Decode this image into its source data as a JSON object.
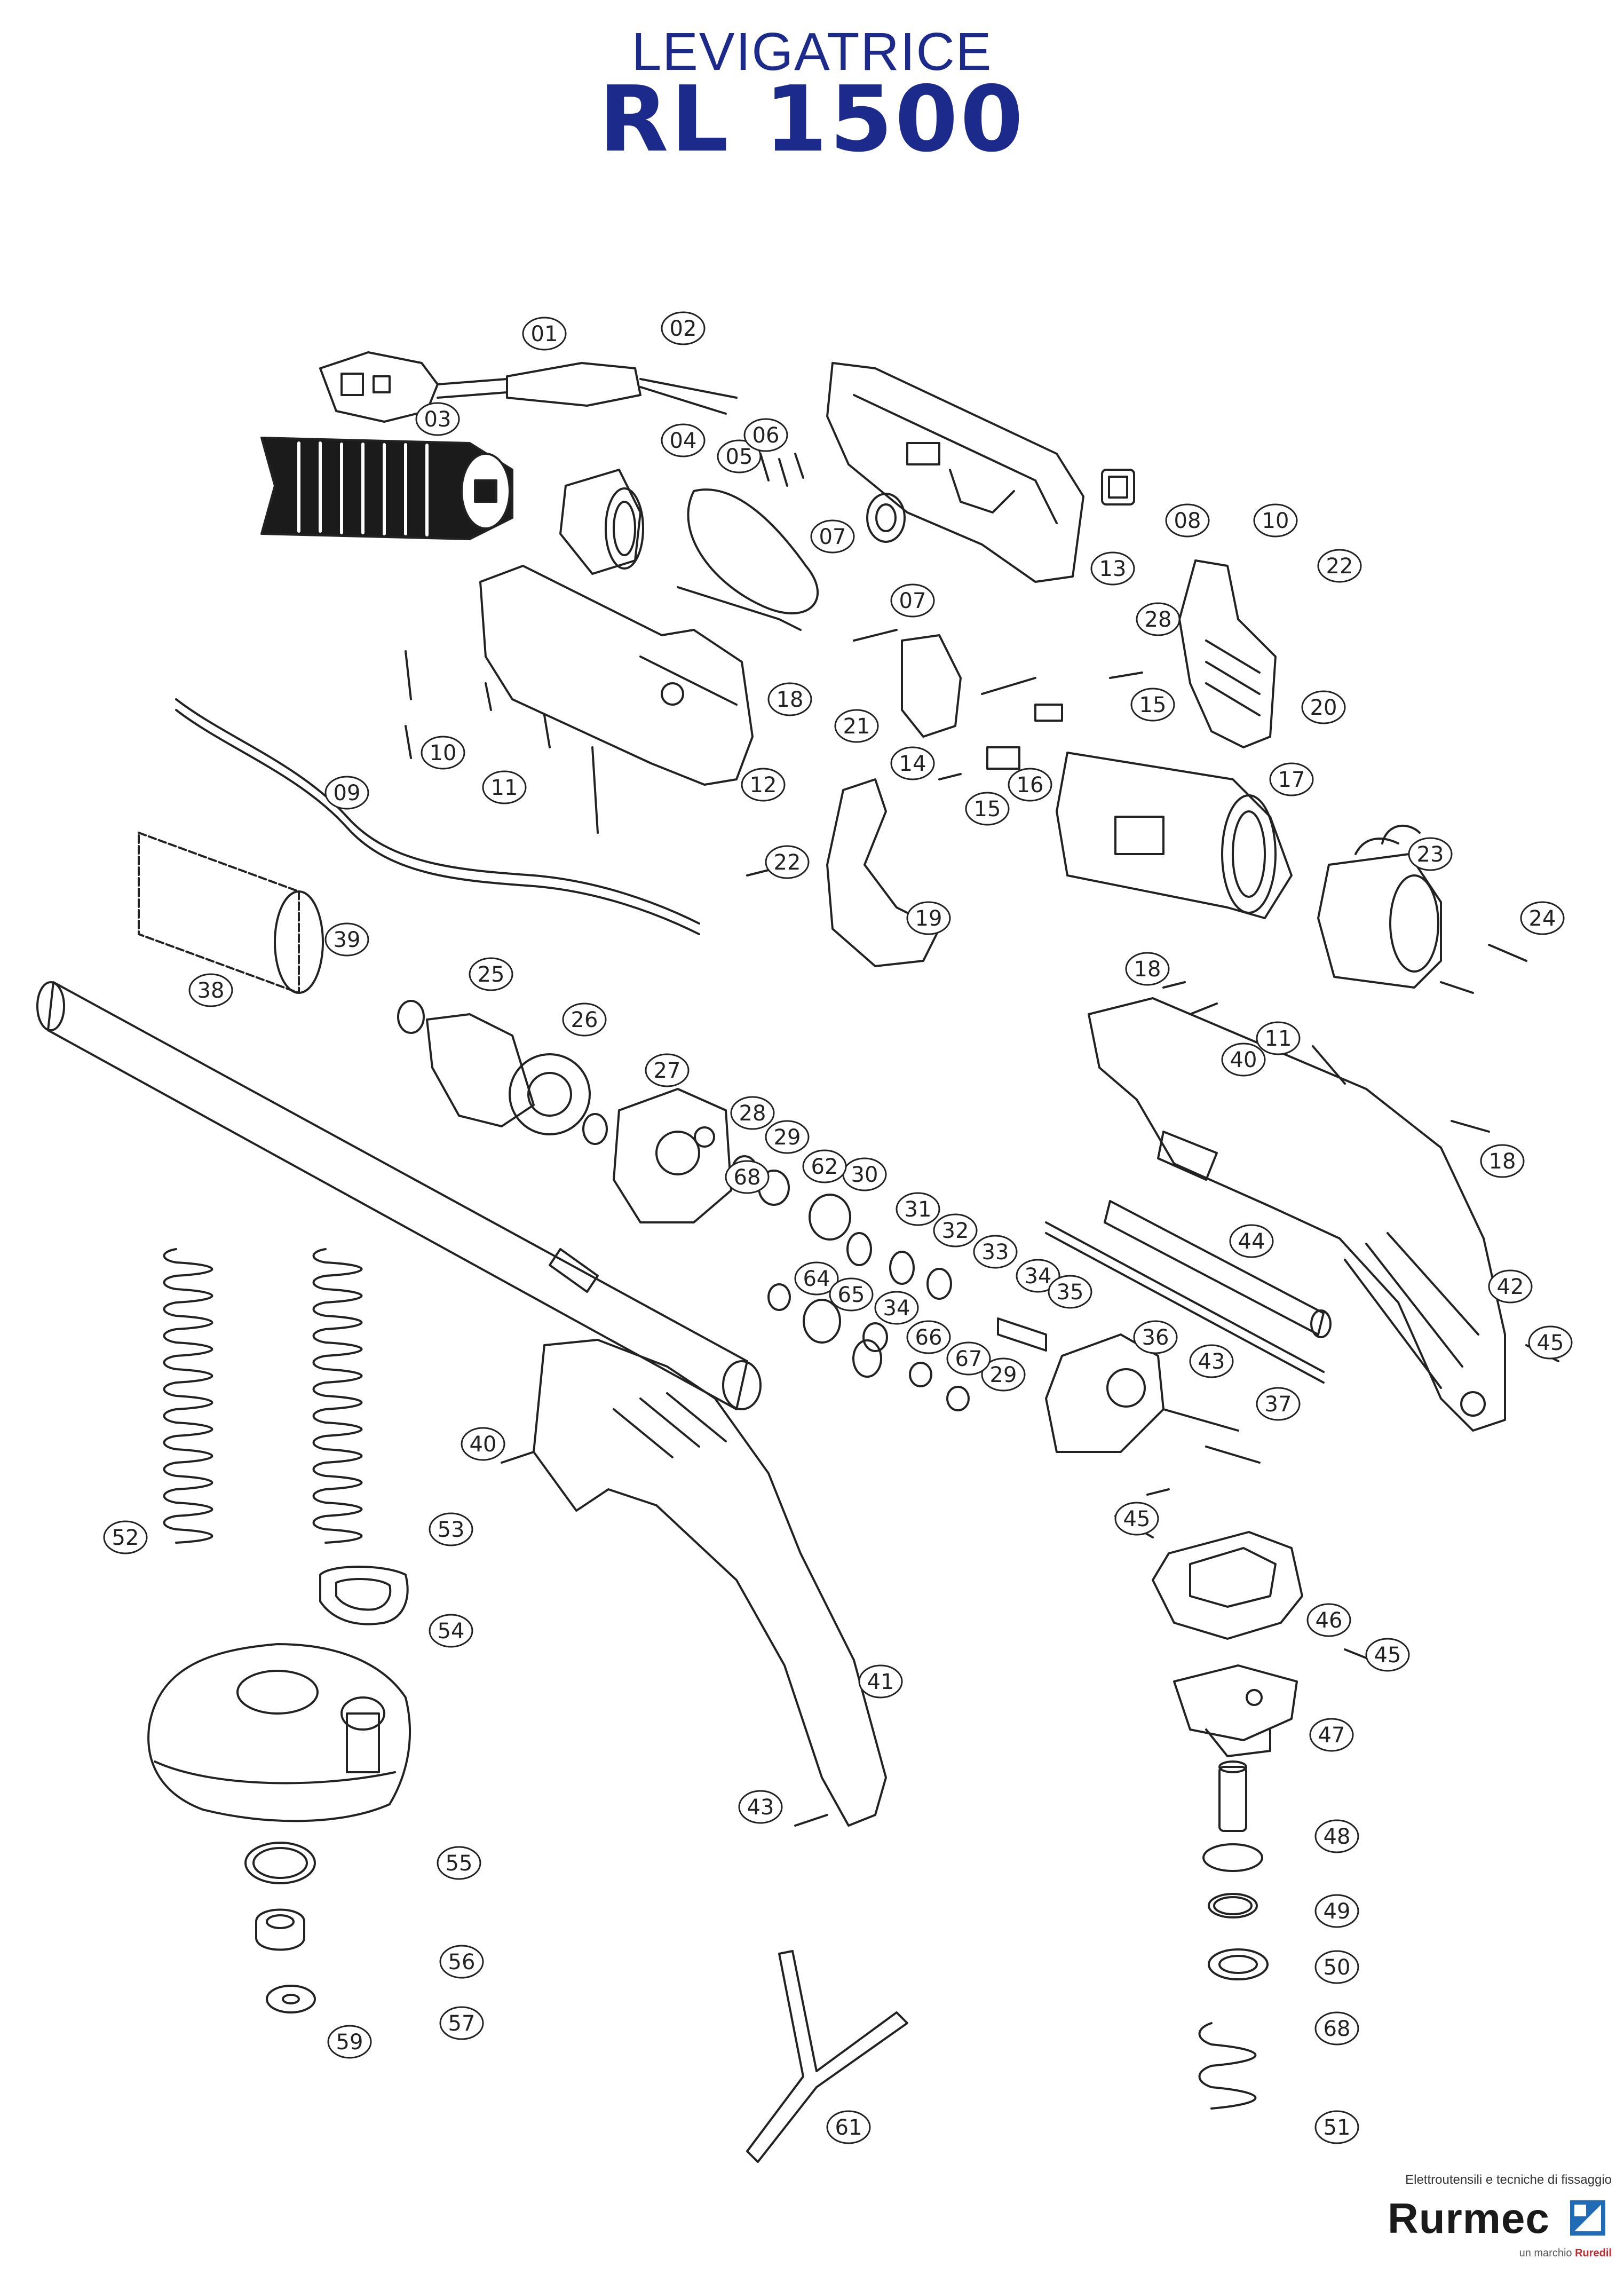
{
  "title": {
    "subtitle": "LEVIGATRICE",
    "model": "RL 1500"
  },
  "brand": {
    "tagline": "Elettroutensili e tecniche di fissaggio",
    "name": "Rurmec",
    "sub_prefix": "un marchio",
    "sub_brand": "Ruredil"
  },
  "colors": {
    "title": "#1c2a8c",
    "line": "#222222",
    "logo": "#1f6bb5"
  },
  "parts": [
    {
      "id": "p01",
      "label": "01"
    },
    {
      "id": "p02",
      "label": "02"
    },
    {
      "id": "p03",
      "label": "03"
    },
    {
      "id": "p04",
      "label": "04"
    },
    {
      "id": "p05",
      "label": "05"
    },
    {
      "id": "p06",
      "label": "06"
    },
    {
      "id": "p07a",
      "label": "07"
    },
    {
      "id": "p07b",
      "label": "07"
    },
    {
      "id": "p08",
      "label": "08"
    },
    {
      "id": "p09",
      "label": "09"
    },
    {
      "id": "p10a",
      "label": "10"
    },
    {
      "id": "p10b",
      "label": "10"
    },
    {
      "id": "p11a",
      "label": "11"
    },
    {
      "id": "p11b",
      "label": "11"
    },
    {
      "id": "p12",
      "label": "12"
    },
    {
      "id": "p13",
      "label": "13"
    },
    {
      "id": "p14",
      "label": "14"
    },
    {
      "id": "p15a",
      "label": "15"
    },
    {
      "id": "p15b",
      "label": "15"
    },
    {
      "id": "p16",
      "label": "16"
    },
    {
      "id": "p17",
      "label": "17"
    },
    {
      "id": "p18a",
      "label": "18"
    },
    {
      "id": "p18b",
      "label": "18"
    },
    {
      "id": "p18c",
      "label": "18"
    },
    {
      "id": "p19",
      "label": "19"
    },
    {
      "id": "p20",
      "label": "20"
    },
    {
      "id": "p21",
      "label": "21"
    },
    {
      "id": "p22a",
      "label": "22"
    },
    {
      "id": "p22b",
      "label": "22"
    },
    {
      "id": "p23",
      "label": "23"
    },
    {
      "id": "p24",
      "label": "24"
    },
    {
      "id": "p25",
      "label": "25"
    },
    {
      "id": "p26",
      "label": "26"
    },
    {
      "id": "p27",
      "label": "27"
    },
    {
      "id": "p28a",
      "label": "28"
    },
    {
      "id": "p28b",
      "label": "28"
    },
    {
      "id": "p29a",
      "label": "29"
    },
    {
      "id": "p29b",
      "label": "29"
    },
    {
      "id": "p30",
      "label": "30"
    },
    {
      "id": "p31",
      "label": "31"
    },
    {
      "id": "p32",
      "label": "32"
    },
    {
      "id": "p33",
      "label": "33"
    },
    {
      "id": "p34a",
      "label": "34"
    },
    {
      "id": "p34b",
      "label": "34"
    },
    {
      "id": "p35",
      "label": "35"
    },
    {
      "id": "p36",
      "label": "36"
    },
    {
      "id": "p37",
      "label": "37"
    },
    {
      "id": "p38",
      "label": "38"
    },
    {
      "id": "p39",
      "label": "39"
    },
    {
      "id": "p40a",
      "label": "40"
    },
    {
      "id": "p40b",
      "label": "40"
    },
    {
      "id": "p41",
      "label": "41"
    },
    {
      "id": "p42",
      "label": "42"
    },
    {
      "id": "p43a",
      "label": "43"
    },
    {
      "id": "p43b",
      "label": "43"
    },
    {
      "id": "p44",
      "label": "44"
    },
    {
      "id": "p45a",
      "label": "45"
    },
    {
      "id": "p45b",
      "label": "45"
    },
    {
      "id": "p45c",
      "label": "45"
    },
    {
      "id": "p46",
      "label": "46"
    },
    {
      "id": "p47",
      "label": "47"
    },
    {
      "id": "p48",
      "label": "48"
    },
    {
      "id": "p49",
      "label": "49"
    },
    {
      "id": "p50",
      "label": "50"
    },
    {
      "id": "p51",
      "label": "51"
    },
    {
      "id": "p52",
      "label": "52"
    },
    {
      "id": "p53",
      "label": "53"
    },
    {
      "id": "p54",
      "label": "54"
    },
    {
      "id": "p55",
      "label": "55"
    },
    {
      "id": "p56",
      "label": "56"
    },
    {
      "id": "p57",
      "label": "57"
    },
    {
      "id": "p59",
      "label": "59"
    },
    {
      "id": "p61",
      "label": "61"
    },
    {
      "id": "p62",
      "label": "62"
    },
    {
      "id": "p64",
      "label": "64"
    },
    {
      "id": "p65",
      "label": "65"
    },
    {
      "id": "p66",
      "label": "66"
    },
    {
      "id": "p67",
      "label": "67"
    },
    {
      "id": "p68a",
      "label": "68"
    },
    {
      "id": "p68b",
      "label": "68"
    }
  ]
}
